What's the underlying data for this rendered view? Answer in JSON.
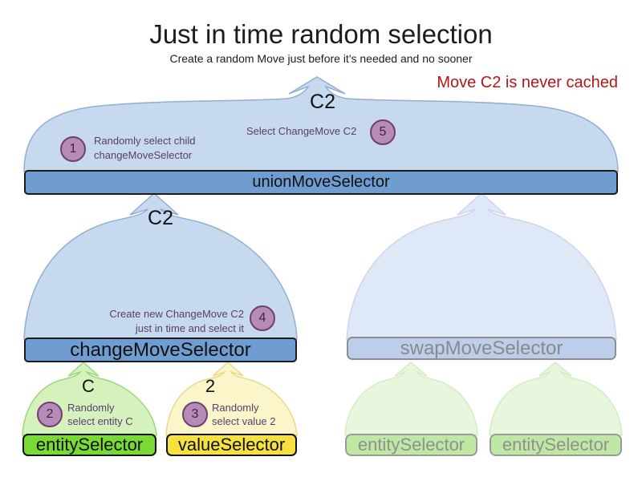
{
  "title": "Just in time random selection",
  "subtitle": "Create a random Move just before it's needed and no sooner",
  "note": {
    "text": "Move C2 is never cached",
    "color": "#b21818"
  },
  "colors": {
    "selector_bar_blue": "#6f9dd1",
    "dome_blue": "#c6d9ef",
    "faded_bar_blue": "#bccee9",
    "entity_bar_green": "#79da33",
    "value_bar_yellow": "#f6e13e",
    "faded_bar_green": "#c0e8a5",
    "dome_green": "#d5f2bd",
    "dome_yellow": "#faf6c9",
    "step_circle_fill": "#b78bb8",
    "step_circle_border": "#6e3f70",
    "annotation_text": "#5a3d6e",
    "note_red": "#b21818"
  },
  "union_group": {
    "cache_label": "C2",
    "bar_label": "unionMoveSelector",
    "step1": {
      "number": "1",
      "line1": "Randomly select child",
      "line2": "changeMoveSelector"
    },
    "step5": {
      "number": "5",
      "text": "Select ChangeMove C2"
    }
  },
  "change_group": {
    "cache_label": "C2",
    "bar_label": "changeMoveSelector",
    "step4": {
      "number": "4",
      "line1": "Create new ChangeMove C2",
      "line2": "just in time and select it"
    }
  },
  "swap_group": {
    "bar_label": "swapMoveSelector"
  },
  "entity_group": {
    "cache_label": "C",
    "bar_label": "entitySelector",
    "step2": {
      "number": "2",
      "line1": "Randomly",
      "line2": "select entity C"
    }
  },
  "value_group": {
    "cache_label": "2",
    "bar_label": "valueSelector",
    "step3": {
      "number": "3",
      "line1": "Randomly",
      "line2": "select value 2"
    }
  },
  "faded_entity_groups": [
    {
      "bar_label": "entitySelector"
    },
    {
      "bar_label": "entitySelector"
    }
  ]
}
